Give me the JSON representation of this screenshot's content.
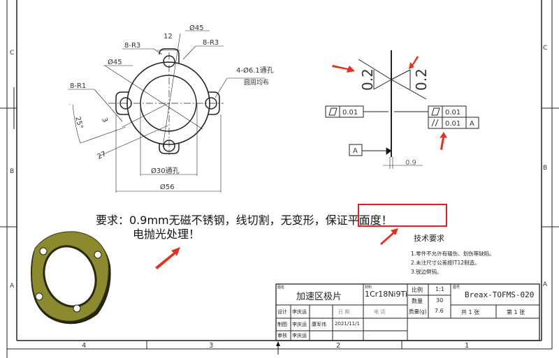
{
  "drawing": {
    "zones_left": [
      "C",
      "B",
      "A"
    ],
    "zones_right": [
      "C",
      "B",
      "A"
    ],
    "zones_bottom": [
      "4",
      "3",
      "2",
      "1"
    ],
    "dimensions": {
      "width_12": "12",
      "dia_45_top": "Ø45",
      "r3_left": "8-R3",
      "r3_right": "8-R3",
      "dia_45_left": "Ø45",
      "holes": "4-Ø6.1通孔",
      "holes_note": "圆周均布",
      "r1": "8-R1",
      "angle": "25°",
      "slot": "3",
      "len_27": "27",
      "bore": "Ø30通孔",
      "outer": "Ø56"
    },
    "side_view": {
      "roughness_left": "0.2",
      "roughness_right": "0.2",
      "flatness_left": "0.01",
      "flatness_right": "0.01",
      "parallelism": "0.01",
      "datum_ref": "A",
      "datum": "A",
      "thickness": "0.9"
    }
  },
  "requirement": {
    "line1_prefix": "要求：0.9mm无磁不锈钢，线切割，无变形，",
    "line1_highlight": "保证平面度！",
    "line2": "电抛光处理！",
    "highlight_color": "#e02020"
  },
  "tech_requirements": {
    "title": "技术要求",
    "items": [
      "1.零件不允许有磕伤、划伤等缺陷。",
      "2.未注尺寸公差按IT12制造。",
      "3.锐边倒钝。"
    ]
  },
  "title_block": {
    "name_label": "图名",
    "name": "加速区极片",
    "material_label": "材料",
    "material": "1Cr18Ni9Ti",
    "scale_label": "比例",
    "scale": "1:1",
    "qty_label": "数量",
    "qty": "30",
    "mass_label": "质量(g)",
    "mass": "7.6",
    "drawing_no_label": "图号",
    "drawing_no": "Breax-TOFMS-020",
    "total_sheets": "共 1 张",
    "sheet": "第 1 张",
    "design_label": "设计",
    "designer": "李庆运",
    "date_label": "日 期",
    "phone_label": "电 话",
    "draw_label": "制图",
    "drafter": "李庆运",
    "drafter2": "康军伟",
    "date": "2021/11/1",
    "review_label": "审核",
    "reviewer": "李庆运"
  }
}
